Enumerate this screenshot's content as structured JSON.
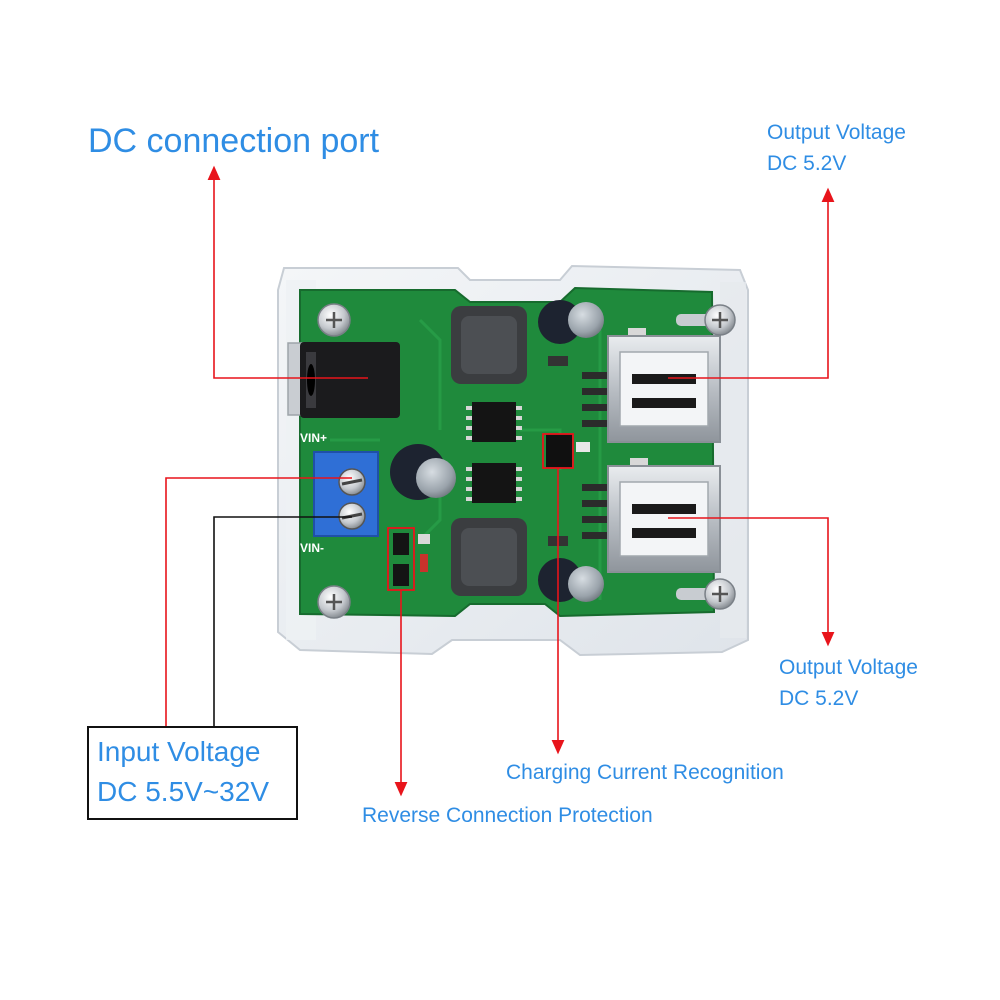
{
  "labels": {
    "dc_port": "DC connection port",
    "output_top_line1": "Output Voltage",
    "output_top_line2": "DC 5.2V",
    "output_bottom_line1": "Output Voltage",
    "output_bottom_line2": "DC 5.2V",
    "input_line1": "Input Voltage",
    "input_line2": "DC 5.5V~32V",
    "charging": "Charging Current Recognition",
    "reverse": "Reverse Connection Protection"
  },
  "board": {
    "vin_plus": "VIN+",
    "vin_minus": "VIN-"
  },
  "colors": {
    "label_blue": "#2f8de4",
    "arrow_red": "#e8141b",
    "pcb_green": "#1f8a3c",
    "terminal_blue": "#2f6fd6"
  }
}
